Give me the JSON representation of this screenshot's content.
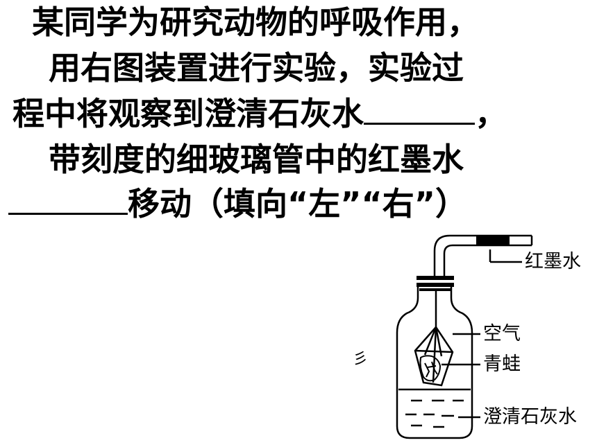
{
  "question": {
    "line1": "某同学为研究动物的呼吸作用，",
    "line2": "用右图装置进行实验，实验过",
    "line3_text": "程中将观察到澄清石灰水",
    "line3_punct": "，",
    "line4": "带刻度的细玻璃管中的红墨水",
    "line5_text": "移动（填向“左”“右”）"
  },
  "apparatus_labels": {
    "ink": "红墨水",
    "air": "空气",
    "frog": "青蛙",
    "limewater": "澄清石灰水"
  },
  "stray_mark": "彡",
  "colors": {
    "text": "#000000",
    "background": "#ffffff",
    "ink_drop": "#000000"
  }
}
